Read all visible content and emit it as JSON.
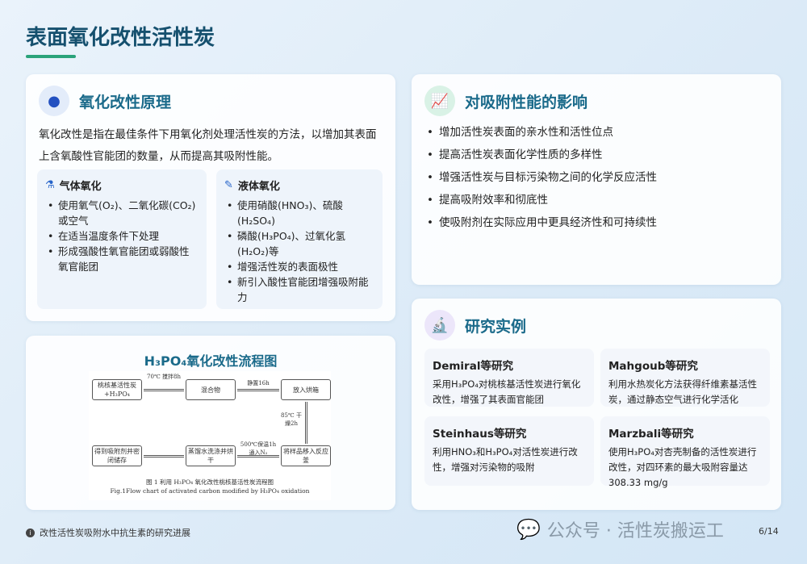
{
  "title": "表面氧化改性活性炭",
  "principle": {
    "title": "氧化改性原理",
    "icon": "lightbulb-icon",
    "intro": "氧化改性是指在最佳条件下用氧化剂处理活性炭的方法，以增加其表面上含氧酸性官能团的数量，从而提高其吸附性能。",
    "gas": {
      "title": "气体氧化",
      "items": [
        "使用氧气(O₂)、二氧化碳(CO₂)或空气",
        "在适当温度条件下处理",
        "形成强酸性氧官能团或弱酸性氧官能团"
      ]
    },
    "liquid": {
      "title": "液体氧化",
      "items": [
        "使用硝酸(HNO₃)、硫酸(H₂SO₄)",
        "磷酸(H₃PO₄)、过氧化氢(H₂O₂)等",
        "增强活性炭的表面极性",
        "新引入酸性官能团增强吸附能力"
      ]
    }
  },
  "flow": {
    "title": "H₃PO₄氧化改性流程图",
    "boxes": [
      "桃核基活性炭+H₃PO₄",
      "混合物",
      "放入烘箱",
      "将样品移入反应釜",
      "蒸馏水洗涤并烘干",
      "得到吸附剂并密闭储存"
    ],
    "steps": [
      "70℃ 搅拌8h",
      "静置16h",
      "85℃ 干燥2h",
      "500℃保温1h 通入N₂"
    ],
    "caption_cn": "图 1 利用 H₃PO₄ 氧化改性桃核基活性炭流程图",
    "caption_en": "Fig.1Flow chart of activated carbon modified by H₃PO₄ oxidation"
  },
  "effects": {
    "title": "对吸附性能的影响",
    "icon": "chart-line-icon",
    "items": [
      "增加活性炭表面的亲水性和活性位点",
      "提高活性炭表面化学性质的多样性",
      "增强活性炭与目标污染物之间的化学反应活性",
      "提高吸附效率和彻底性",
      "使吸附剂在实际应用中更具经济性和可持续性"
    ]
  },
  "research": {
    "title": "研究实例",
    "icon": "microscope-icon",
    "cards": [
      {
        "title": "Demiral等研究",
        "text": "采用H₃PO₄对桃核基活性炭进行氧化改性，增强了其表面官能团"
      },
      {
        "title": "Mahgoub等研究",
        "text": "利用水热炭化方法获得纤维素基活性炭，通过静态空气进行化学活化"
      },
      {
        "title": "Steinhaus等研究",
        "text": "利用HNO₃和H₃PO₄对活性炭进行改性，增强对污染物的吸附"
      },
      {
        "title": "Marzbali等研究",
        "text": "使用H₃PO₄对杏壳制备的活性炭进行改性，对四环素的最大吸附容量达308.33 mg/g"
      }
    ]
  },
  "footer": {
    "text": "改性活性炭吸附水中抗生素的研究进展",
    "watermark": "公众号 · 活性炭搬运工",
    "page": "6/14"
  }
}
